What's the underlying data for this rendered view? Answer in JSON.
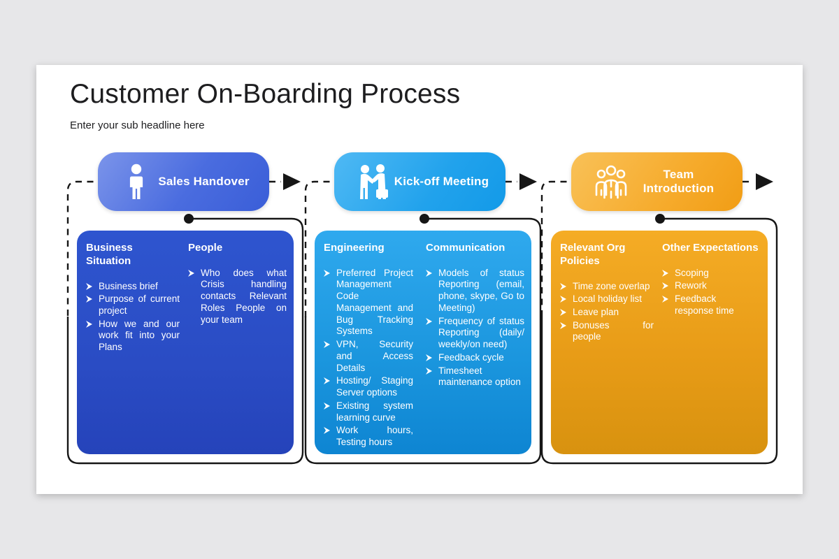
{
  "page": {
    "title": "Customer On-Boarding Process",
    "subtitle": "Enter your sub headline here"
  },
  "colors": {
    "background": "#e7e7e9",
    "slide": "#ffffff",
    "connector": "#161616",
    "text_on_cards": "#ffffff",
    "title_text": "#1d1d1f",
    "group1_accent": "#3a5ed8",
    "group1_card": "#2a4cc4",
    "group2_accent": "#139ae8",
    "group2_card": "#1a95dd",
    "group3_accent": "#f19d15",
    "group3_card": "#e89c17"
  },
  "groups": [
    {
      "label": "Sales Handover",
      "icon": "person-icon",
      "columns": [
        {
          "heading": "Business Situation",
          "items": [
            "Business brief",
            "Purpose of current project",
            "How we and our work fit into your Plans"
          ]
        },
        {
          "heading": "People",
          "items": [
            "Who does what Crisis handling contacts Relevant Roles People on your team"
          ]
        }
      ]
    },
    {
      "label": "Kick-off Meeting",
      "icon": "handshake-icon",
      "columns": [
        {
          "heading": "Engineering",
          "items": [
            "Preferred Project Management Code Management and Bug Tracking Systems",
            "VPN, Security and Access Details",
            "Hosting/ Staging Server options",
            "Existing system learning curve",
            "Work hours, Testing hours"
          ]
        },
        {
          "heading": "Communication",
          "items": [
            "Models of status Reporting (email, phone, skype, Go to Meeting)",
            "Frequency of status Reporting (daily/ weekly/on need)",
            "Feedback cycle",
            "Timesheet maintenance option"
          ]
        }
      ]
    },
    {
      "label": "Team Introduction",
      "icon": "team-icon",
      "columns": [
        {
          "heading": "Relevant Org Policies",
          "items": [
            "Time zone overlap",
            "Local holiday list",
            "Leave plan",
            "Bonuses for people"
          ]
        },
        {
          "heading": "Other Expectations",
          "items": [
            "Scoping",
            "Rework",
            "Feedback response time"
          ]
        }
      ]
    }
  ]
}
